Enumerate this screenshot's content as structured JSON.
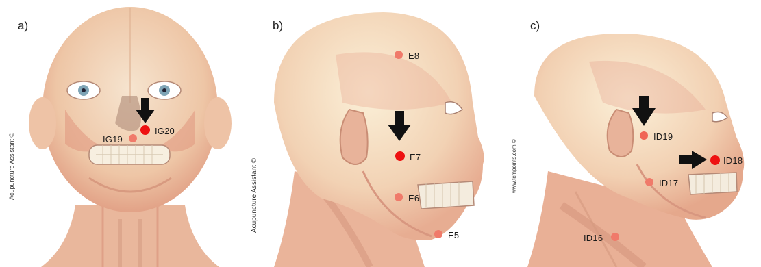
{
  "panels": [
    {
      "label": "a)",
      "credit": "Acupuncture Assistant ©",
      "points": [
        {
          "name": "IG20",
          "highlight": true
        },
        {
          "name": "IG19",
          "highlight": false
        }
      ]
    },
    {
      "label": "b)",
      "credit": "Acupuncture Assistant ©",
      "points": [
        {
          "name": "E8",
          "highlight": false
        },
        {
          "name": "E7",
          "highlight": true
        },
        {
          "name": "E6",
          "highlight": false
        },
        {
          "name": "E5",
          "highlight": false
        }
      ]
    },
    {
      "label": "c)",
      "credit": "www.tcmpoints.com ©",
      "points": [
        {
          "name": "ID19",
          "highlight": false
        },
        {
          "name": "ID18",
          "highlight": true
        },
        {
          "name": "ID17",
          "highlight": false
        },
        {
          "name": "ID16",
          "highlight": false
        }
      ]
    }
  ],
  "colors": {
    "highlight_point": "#ee1111",
    "secondary_point": "#f07a6a",
    "skin": "#f3d9bf",
    "muscle": "#e8a58f",
    "arrow": "#111111"
  }
}
